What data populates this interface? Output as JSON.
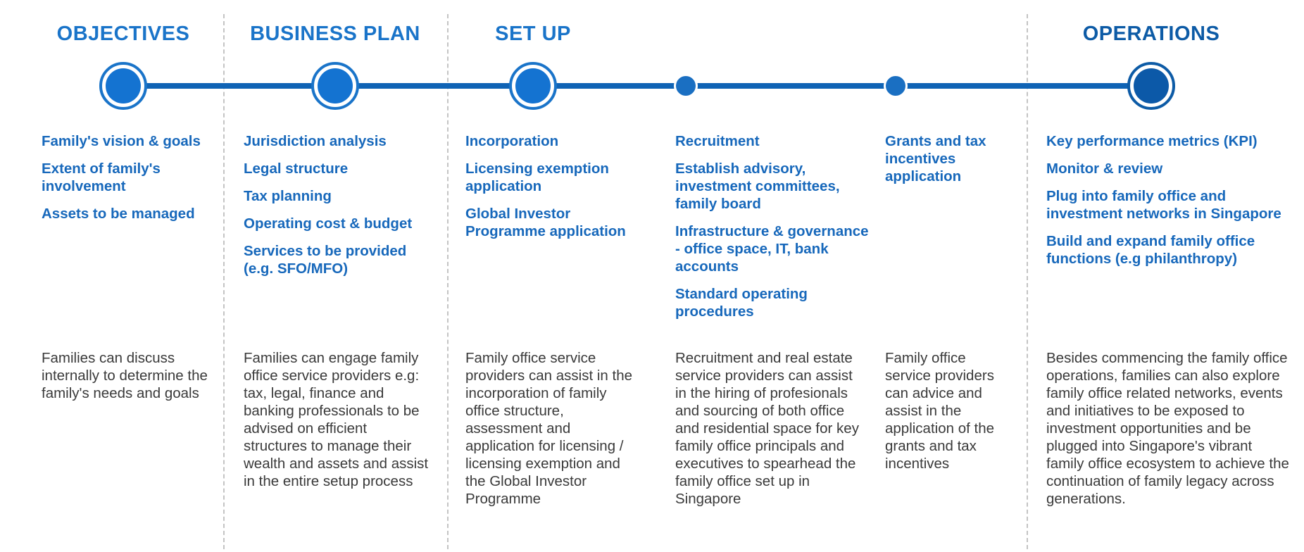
{
  "phases": {
    "objectives": {
      "title": "OBJECTIVES"
    },
    "business_plan": {
      "title": "BUSINESS PLAN"
    },
    "set_up": {
      "title": "SET UP"
    },
    "operations": {
      "title": "OPERATIONS"
    }
  },
  "columns": [
    {
      "items": [
        "Family's vision & goals",
        "Extent of family's involvement",
        "Assets to be managed"
      ],
      "description": "Families can discuss internally to determine the family's needs and goals"
    },
    {
      "items": [
        "Jurisdiction analysis",
        "Legal structure",
        "Tax planning",
        "Operating cost & budget",
        "Services to be provided (e.g. SFO/MFO)"
      ],
      "description": "Families can engage family office service providers e.g: tax, legal, finance and banking professionals to be advised on efficient structures to manage their wealth and assets and assist in the entire setup process"
    },
    {
      "items": [
        "Incorporation",
        "Licensing exemption application",
        "Global Investor Programme application"
      ],
      "description": "Family office service providers can assist in the incorporation of family office structure, assessment and application for licensing / licensing exemption and the Global Investor Programme"
    },
    {
      "items": [
        "Recruitment",
        "Establish advisory, investment committees, family board",
        "Infrastructure & governance - office space, IT, bank accounts",
        "Standard operating procedures"
      ],
      "description": "Recruitment and real estate service providers can assist in the hiring of profesionals and sourcing of both office and residential space for key family office principals and executives to spearhead the family office set up in Singapore"
    },
    {
      "items": [
        "Grants and tax incentives application"
      ],
      "description": "Family office service providers can advice and assist in the application of the grants and tax incentives"
    },
    {
      "items": [
        "Key performance metrics (KPI)",
        "Monitor & review",
        "Plug into family office and investment networks in Singapore",
        "Build and expand family office functions (e.g philanthropy)"
      ],
      "description": "Besides commencing the family office operations, families can also explore family office related networks, events and initiatives to be exposed to investment opportunities and be plugged into Singapore's vibrant family office ecosystem to achieve the continuation of family legacy across generations."
    }
  ]
}
